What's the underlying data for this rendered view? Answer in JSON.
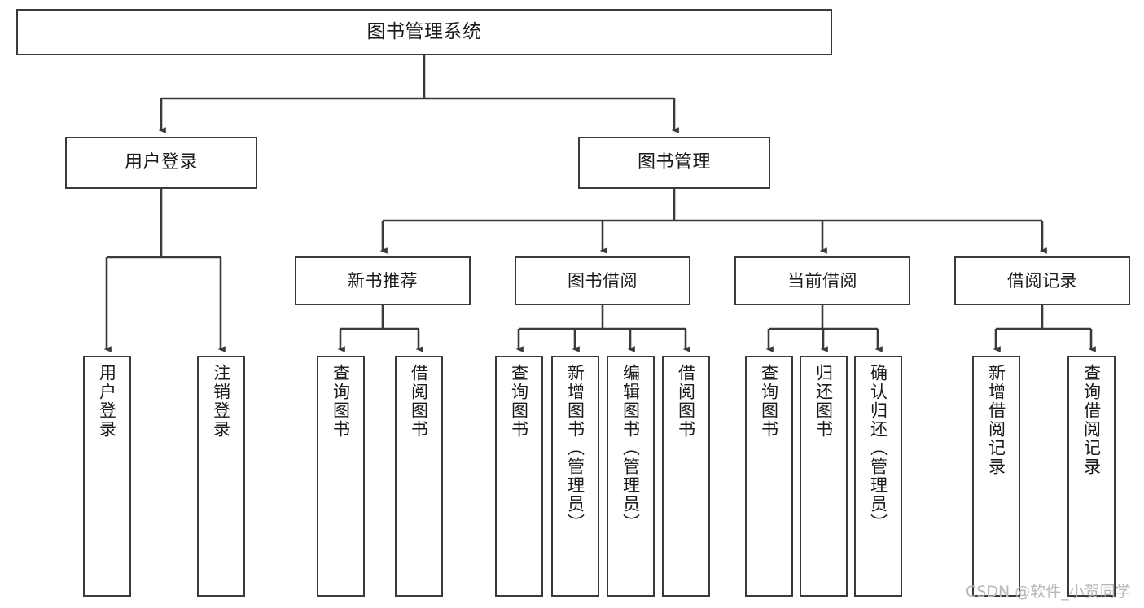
{
  "diagram": {
    "title": "图书管理系统",
    "watermark": "CSDN @软件_小贺同学",
    "root": {
      "label": "图书管理系统"
    },
    "level2": [
      {
        "label": "用户登录"
      },
      {
        "label": "图书管理"
      }
    ],
    "level3": [
      {
        "label": "新书推荐"
      },
      {
        "label": "图书借阅"
      },
      {
        "label": "当前借阅"
      },
      {
        "label": "借阅记录"
      }
    ],
    "leaves": {
      "user_login": [
        {
          "label": "用户登录"
        },
        {
          "label": "注销登录"
        }
      ],
      "new_book": [
        {
          "label": "查询图书"
        },
        {
          "label": "借阅图书"
        }
      ],
      "book_borrow": [
        {
          "label": "查询图书"
        },
        {
          "label": "新增图书（管理员）"
        },
        {
          "label": "编辑图书（管理员）"
        },
        {
          "label": "借阅图书"
        }
      ],
      "current_borrow": [
        {
          "label": "查询图书"
        },
        {
          "label": "归还图书"
        },
        {
          "label": "确认归还（管理员）"
        }
      ],
      "borrow_record": [
        {
          "label": "新增借阅记录"
        },
        {
          "label": "查询借阅记录"
        }
      ]
    },
    "colors": {
      "stroke": "#3a3a3a",
      "background": "#ffffff",
      "text": "#1a1a1a",
      "watermark": "#b8b8b8"
    }
  }
}
